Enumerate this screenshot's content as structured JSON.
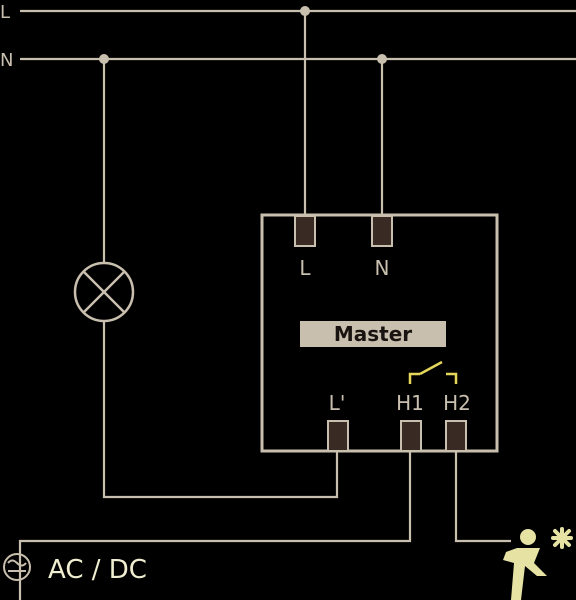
{
  "colors": {
    "background": "#000000",
    "wire": "#c9bfae",
    "module_fill": "#000000",
    "terminal": "#3a2a24",
    "label_bar": "#c9bfae",
    "master_text": "#1a1411",
    "relay": "#e3d65a",
    "sensor": "#e6e2a4",
    "acdc_text": "#f0eed0"
  },
  "rails": {
    "line_label": "L",
    "neutral_label": "N"
  },
  "module": {
    "top_terminals": [
      "L",
      "N"
    ],
    "title": "Master",
    "bottom_terminals": [
      "L'",
      "H1",
      "H2"
    ]
  },
  "icons": {
    "lamp": "lamp-icon",
    "relay": "relay-contact-icon",
    "power_supply": "ac-dc-supply-icon",
    "sensor": "motion-sensor-icon"
  },
  "supply": {
    "label": "AC / DC"
  }
}
